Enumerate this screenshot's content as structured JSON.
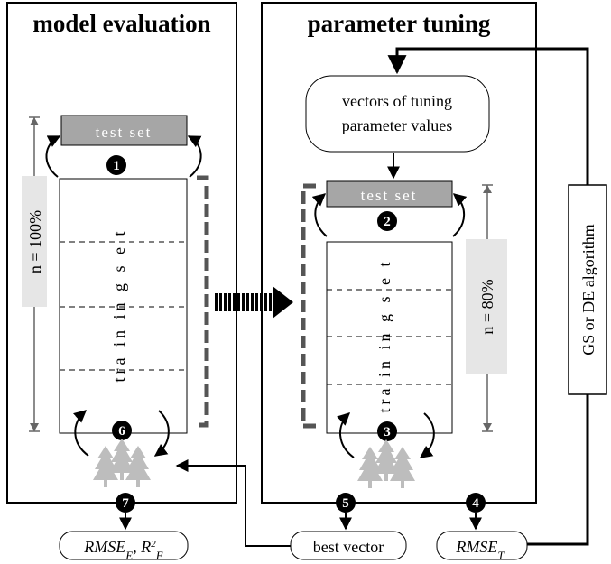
{
  "panels": {
    "left_title": "model evaluation",
    "right_title": "parameter tuning"
  },
  "left": {
    "test_set": "test set",
    "training_set": "tra in in g  s e t",
    "n_label": "n = 100%",
    "step1": "1",
    "step6": "6"
  },
  "right": {
    "vectors_box_line1": "vectors of tuning",
    "vectors_box_line2": "parameter values",
    "test_set": "test set",
    "training_set": "tra in in g  s e t",
    "n_label": "n = 80%",
    "step2": "2",
    "step3": "3"
  },
  "algorithm_label": "GS or DE algorithm",
  "outputs": {
    "step7": "7",
    "step5": "5",
    "step4": "4",
    "best_vector": "best vector"
  },
  "colors": {
    "test_set_fill": "#a6a6a6",
    "n_label_fill": "#e6e6e6",
    "tree_fill": "#bdbdbd",
    "dashed_bracket": "#555555"
  }
}
